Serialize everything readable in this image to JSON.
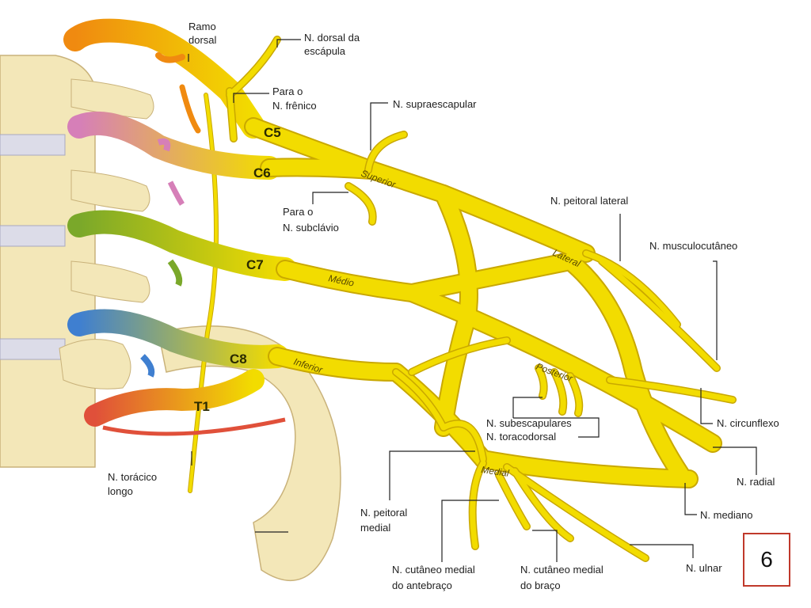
{
  "roots": {
    "c5": "C5",
    "c6": "C6",
    "c7": "C7",
    "c8": "C8",
    "t1": "T1"
  },
  "trunks": {
    "superior": "Superior",
    "medio": "Médio",
    "inferior": "Inferior"
  },
  "cords": {
    "lateral": "Lateral",
    "posterior": "Posterior",
    "medial": "Medial"
  },
  "labels": {
    "ramo_dorsal": [
      "Ramo",
      "dorsal"
    ],
    "n_dorsal_escapula": [
      "N. dorsal da",
      "escápula"
    ],
    "para_frenico": [
      "Para o",
      "N. frênico"
    ],
    "n_supraescapular": [
      "N. supraescapular"
    ],
    "para_subclavio": [
      "Para o",
      "N. subclávio"
    ],
    "n_peitoral_lateral": [
      "N. peitoral lateral"
    ],
    "n_musculocutaneo": [
      "N. musculocutâneo"
    ],
    "n_subescapulares": [
      "N. subescapulares",
      "N. toracodorsal"
    ],
    "n_circunflexo": [
      "N. circunflexo"
    ],
    "n_radial": [
      "N. radial"
    ],
    "n_mediano": [
      "N. mediano"
    ],
    "n_ulnar": [
      "N. ulnar"
    ],
    "n_toracico_longo": [
      "N. torácico",
      "longo"
    ],
    "n_peitoral_medial": [
      "N. peitoral",
      "medial"
    ],
    "n_cutaneo_antebraco": [
      "N. cutâneo medial",
      "do antebraço"
    ],
    "n_cutaneo_braco": [
      "N. cutâneo medial",
      "do braço"
    ]
  },
  "page_number": "6",
  "colors": {
    "nerve": "#f2dc00",
    "bone": "#f3e7b8",
    "c5": "#f08a10",
    "c6": "#d67fb8",
    "c7": "#7aa82a",
    "c8": "#3f7fd0",
    "t1": "#e0503a",
    "badge_border": "#c0392b"
  }
}
